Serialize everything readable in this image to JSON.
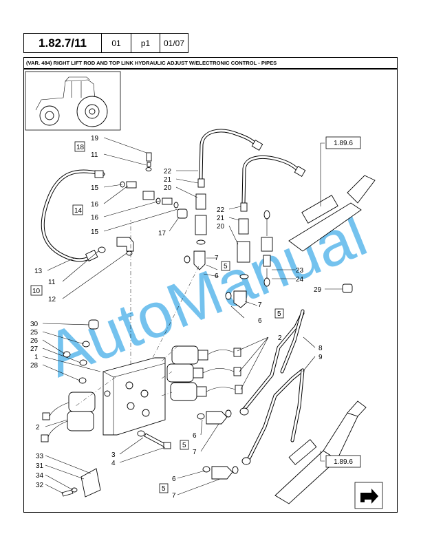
{
  "header": {
    "code": "1.82.7/11",
    "cell_1": "01",
    "cell_2": "p1",
    "cell_3": "01/07"
  },
  "title": "(VAR. 484) RIGHT LIFT ROD AND TOP LINK HYDRAULIC ADJUST W/ELECTRONIC CONTROL - PIPES",
  "watermark": "AutoManual",
  "refs": {
    "top": "1.89.6",
    "bottom": "1.89.6"
  },
  "callouts": {
    "c19": "19",
    "c18": "18",
    "c11a": "11",
    "c15a": "15",
    "c16a": "16",
    "c14": "14",
    "c16b": "16",
    "c15b": "15",
    "c17": "17",
    "c13": "13",
    "c11b": "11",
    "c10": "10",
    "c12": "12",
    "c22a": "22",
    "c21a": "21",
    "c20a": "20",
    "c22b": "22",
    "c21b": "21",
    "c20b": "20",
    "c7a": "7",
    "c5a": "5",
    "c6a": "6",
    "c23": "23",
    "c24": "24",
    "c29": "29",
    "c7b": "7",
    "c5b": "5",
    "c6b": "6",
    "c30": "30",
    "c25": "25",
    "c26": "26",
    "c27": "27",
    "c1": "1",
    "c28": "28",
    "c2a": "2",
    "c8": "8",
    "c9": "9",
    "c2b": "2",
    "c6c": "6",
    "c5c": "5",
    "c7c": "7",
    "c3": "3",
    "c4": "4",
    "c33": "33",
    "c31": "31",
    "c34": "34",
    "c32": "32",
    "c6d": "6",
    "c5d": "5",
    "c7d": "7"
  },
  "icons": [
    "tractor-thumbnail",
    "next-page-arrow-icon"
  ]
}
